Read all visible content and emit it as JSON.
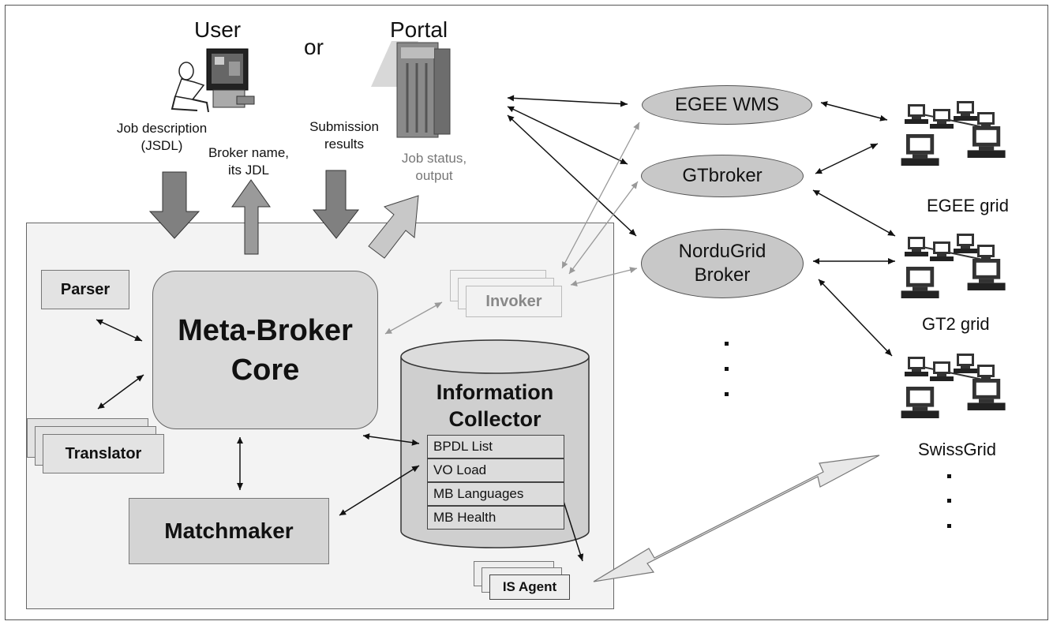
{
  "top": {
    "user_label": "User",
    "or_label": "or",
    "portal_label": "Portal",
    "job_description": "Job description",
    "jsdl": "(JSDL)",
    "broker_name": "Broker name,",
    "its_jdl": "its JDL",
    "submission": "Submission",
    "results": "results",
    "job_status": "Job status,",
    "output": "output"
  },
  "core": {
    "parser": "Parser",
    "meta_broker_line1": "Meta-Broker",
    "meta_broker_line2": "Core",
    "translator": "Translator",
    "matchmaker": "Matchmaker",
    "invoker": "Invoker",
    "is_agent": "IS Agent"
  },
  "info_collector": {
    "title_line1": "Information",
    "title_line2": "Collector",
    "items": [
      "BPDL List",
      "VO Load",
      "MB Languages",
      "MB Health"
    ]
  },
  "brokers": {
    "egee_wms": "EGEE WMS",
    "gtbroker": "GTbroker",
    "nordugrid_line1": "NorduGrid",
    "nordugrid_line2": "Broker"
  },
  "grids": {
    "egee": "EGEE grid",
    "gt2": "GT2 grid",
    "swiss": "SwissGrid"
  },
  "colors": {
    "big_arrow": "#808080",
    "faded_arrow": "#bdbdbd",
    "panel": "#f3f3f3",
    "oval": "#c8c8c8"
  }
}
